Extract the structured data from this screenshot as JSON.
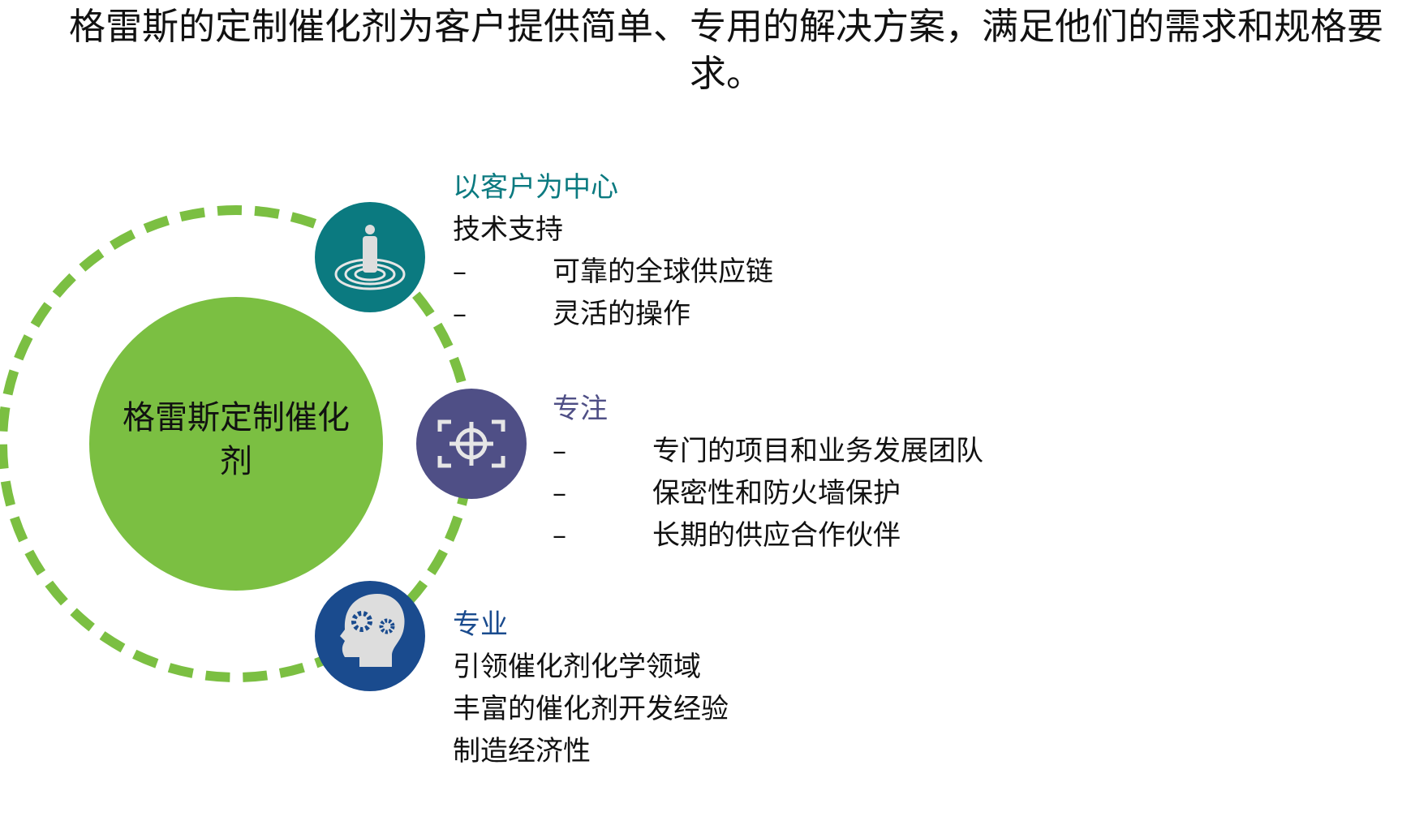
{
  "title": "格雷斯的定制催化剂为客户提供简单、专用的解决方案，满足他们的需求和规格要求。",
  "center": {
    "label": "格雷斯定制催化剂"
  },
  "colors": {
    "green": "#7bbf42",
    "teal": "#0b7a80",
    "purple": "#4f4f86",
    "blue": "#1a4b8e"
  },
  "sections": [
    {
      "icon": "person-target-icon",
      "heading": "以客户为中心",
      "lines": [
        "技术支持"
      ],
      "bullets": [
        "可靠的全球供应链",
        "灵活的操作"
      ],
      "dash": "–"
    },
    {
      "icon": "crosshair-icon",
      "heading": "专注",
      "lines": [],
      "bullets": [
        "专门的项目和业务发展团队",
        "保密性和防火墙保护",
        "长期的供应合作伙伴"
      ],
      "dash": "–"
    },
    {
      "icon": "head-gears-icon",
      "heading": "专业",
      "lines": [
        "引领催化剂化学领域",
        "丰富的催化剂开发经验",
        "制造经济性"
      ],
      "bullets": [],
      "dash": "–"
    }
  ]
}
